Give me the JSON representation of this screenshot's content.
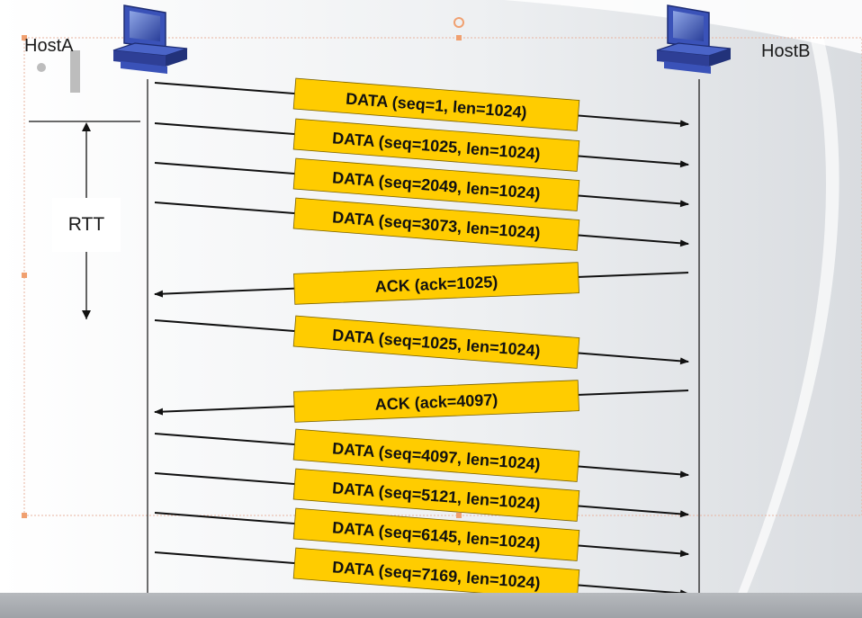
{
  "hosts": {
    "a": "HostA",
    "b": "HostB"
  },
  "rtt_label": "RTT",
  "colors": {
    "packet_fill": "#FFCC00",
    "packet_stroke": "#7a6200",
    "line": "#111111"
  },
  "messages": [
    {
      "label": "DATA (seq=1, len=1024)",
      "direction": "a-to-b"
    },
    {
      "label": "DATA (seq=1025, len=1024)",
      "direction": "a-to-b"
    },
    {
      "label": "DATA (seq=2049, len=1024)",
      "direction": "a-to-b"
    },
    {
      "label": "DATA (seq=3073, len=1024)",
      "direction": "a-to-b"
    },
    {
      "label": "ACK (ack=1025)",
      "direction": "b-to-a"
    },
    {
      "label": "DATA (seq=1025, len=1024)",
      "direction": "a-to-b"
    },
    {
      "label": "ACK (ack=4097)",
      "direction": "b-to-a"
    },
    {
      "label": "DATA (seq=4097, len=1024)",
      "direction": "a-to-b"
    },
    {
      "label": "DATA (seq=5121, len=1024)",
      "direction": "a-to-b"
    },
    {
      "label": "DATA (seq=6145, len=1024)",
      "direction": "a-to-b"
    },
    {
      "label": "DATA (seq=7169, len=1024)",
      "direction": "a-to-b"
    }
  ]
}
